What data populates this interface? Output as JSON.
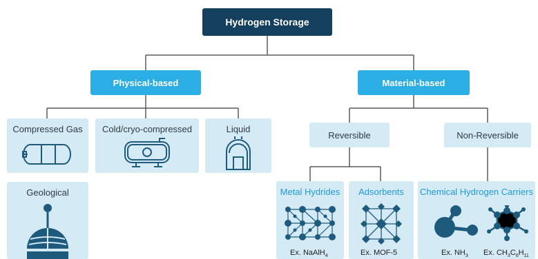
{
  "colors": {
    "root": "#14405e",
    "category": "#2aaee3",
    "tile": "#d4eaf5",
    "line": "#5a5a5a",
    "icon": "#1e5a7c",
    "label_blue": "#1f9ad6"
  },
  "root": {
    "label": "Hydrogen Storage"
  },
  "physical": {
    "label": "Physical-based",
    "items": [
      {
        "label": "Compressed Gas",
        "icon": "tank-icon"
      },
      {
        "label": "Cold/cryo-compressed",
        "icon": "cryo-tank-icon"
      },
      {
        "label": "Liquid",
        "icon": "liquid-vessel-icon"
      },
      {
        "label": "Geological",
        "icon": "geological-reservoir-icon"
      }
    ]
  },
  "material": {
    "label": "Material-based",
    "reversible": {
      "label": "Reversible",
      "items": [
        {
          "label": "Metal Hydrides",
          "example_prefix": "Ex. NaAlH",
          "example_sub": "4",
          "icon": "lattice-icon"
        },
        {
          "label": "Adsorbents",
          "example": "Ex. MOF-5",
          "icon": "mof-structure-icon"
        }
      ]
    },
    "non_reversible": {
      "label": "Non-Reversible",
      "items": [
        {
          "label": "Chemical Hydrogen Carriers",
          "examples": [
            {
              "prefix": "Ex. NH",
              "sub": "3"
            },
            {
              "prefix": "Ex. CH",
              "sub1": "3",
              "mid1": "C",
              "sub2": "6",
              "mid2": "H",
              "sub3": "11"
            }
          ],
          "icons": [
            "ammonia-molecule-icon",
            "methylcyclohexane-molecule-icon"
          ]
        }
      ]
    }
  }
}
